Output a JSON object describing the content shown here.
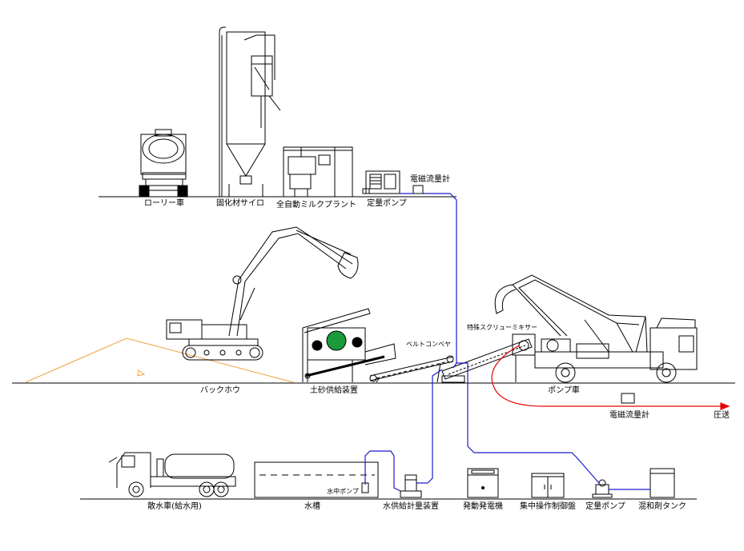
{
  "labels": {
    "lorry": "ローリー車",
    "silo": "固化材サイロ",
    "milk_plant": "全自動ミルクプラント",
    "dosing_pump_top": "定量ポンプ",
    "flowmeter_top": "電磁流量計",
    "backhoe": "バックホウ",
    "soil_feeder": "土砂供給装置",
    "belt_conveyor": "ベルトコンベヤ",
    "screw_mixer": "特殊スクリューミキサー",
    "pump_truck": "ポンプ車",
    "flowmeter_mid": "電磁流量計",
    "pressure_feed": "圧送",
    "water_truck": "散水車(給水用)",
    "water_tank": "水槽",
    "submersible_pump": "水中ポンプ",
    "water_meter": "水供給計量装置",
    "generator": "発動発電機",
    "control_panel": "集中操作制御盤",
    "dosing_pump_bottom": "定量ポンプ",
    "admixture_tank": "混和剤タンク"
  },
  "colors": {
    "line": "#000000",
    "water_pipe": "#1a1acc",
    "slurry_pipe": "#e60000",
    "soil_pile": "#f0a040",
    "mixer_drum": "#1a9a3a"
  }
}
